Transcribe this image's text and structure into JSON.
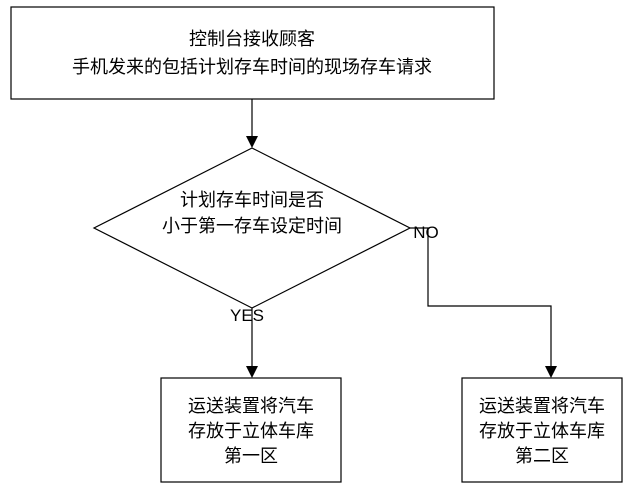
{
  "nodes": {
    "start": {
      "lines": [
        "控制台接收顾客",
        "手机发来的包括计划存车时间的现场存车请求"
      ]
    },
    "decision": {
      "lines": [
        "计划存车时间是否",
        "小于第一存车设定时间"
      ]
    },
    "zone_one": {
      "lines": [
        "运送装置将汽车",
        "存放于立体车库",
        "第一区"
      ]
    },
    "zone_two": {
      "lines": [
        "运送装置将汽车",
        "存放于立体车库",
        "第二区"
      ]
    }
  },
  "edges": {
    "yes_label": "YES",
    "no_label": "NO"
  }
}
